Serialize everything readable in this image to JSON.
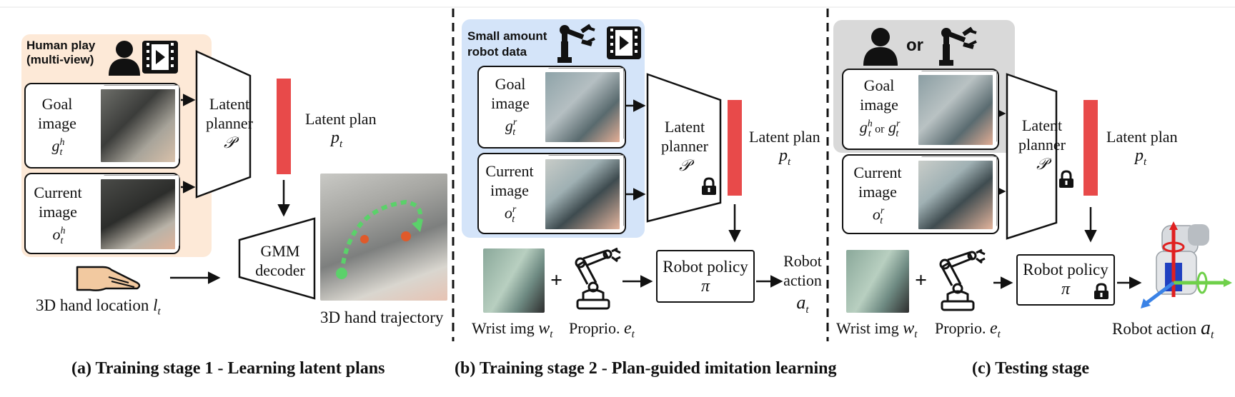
{
  "panel_a": {
    "human_play": "Human play",
    "multi_view": "(multi-view)",
    "goal_image": [
      "Goal",
      "image"
    ],
    "goal_var": "g",
    "goal_sup": "h",
    "goal_sub": "t",
    "current_image": [
      "Current",
      "image"
    ],
    "current_var": "o",
    "current_sup": "h",
    "current_sub": "t",
    "latent_planner": [
      "Latent",
      "planner"
    ],
    "planner_symbol": "𝒫",
    "latent_plan": "Latent plan",
    "plan_var": "p",
    "plan_sub": "t",
    "gmm_decoder": [
      "GMM",
      "decoder"
    ],
    "hand_location": "3D hand location ",
    "hand_var": "l",
    "hand_sub": "t",
    "hand_trajectory": "3D hand trajectory",
    "caption": "(a) Training stage 1 - Learning latent plans"
  },
  "panel_b": {
    "small_amount": "Small amount",
    "robot_data": "robot data",
    "goal_image": [
      "Goal",
      "image"
    ],
    "goal_var": "g",
    "goal_sup": "r",
    "goal_sub": "t",
    "current_image": [
      "Current",
      "image"
    ],
    "current_var": "o",
    "current_sup": "r",
    "current_sub": "t",
    "latent_planner": [
      "Latent",
      "planner"
    ],
    "planner_symbol": "𝒫",
    "latent_plan": "Latent plan",
    "plan_var": "p",
    "plan_sub": "t",
    "robot_policy": "Robot policy",
    "policy_symbol": "π",
    "robot_action": [
      "Robot",
      "action"
    ],
    "action_var": "a",
    "action_sub": "t",
    "wrist_img": "Wrist img ",
    "wrist_var": "w",
    "wrist_sub": "t",
    "proprio": "Proprio. ",
    "proprio_var": "e",
    "proprio_sub": "t",
    "plus": "+",
    "caption": "(b) Training stage 2 - Plan-guided imitation learning"
  },
  "panel_c": {
    "or_label": "or",
    "goal_image": [
      "Goal",
      "image"
    ],
    "goal_var_1": "g",
    "goal_sup_1": "h",
    "goal_or": "or",
    "goal_var_2": "g",
    "goal_sup_2": "r",
    "goal_sub": "t",
    "current_image": [
      "Current",
      "image"
    ],
    "current_var": "o",
    "current_sup": "r",
    "current_sub": "t",
    "latent_planner": [
      "Latent",
      "planner"
    ],
    "planner_symbol": "𝒫",
    "latent_plan": "Latent plan",
    "plan_var": "p",
    "plan_sub": "t",
    "robot_policy": "Robot policy",
    "policy_symbol": "π",
    "wrist_img": "Wrist img ",
    "wrist_var": "w",
    "wrist_sub": "t",
    "proprio": "Proprio. ",
    "proprio_var": "e",
    "proprio_sub": "t",
    "plus": "+",
    "robot_action": "Robot action ",
    "action_var": "a",
    "action_sub": "t",
    "caption": "(c) Testing stage"
  },
  "colors": {
    "human_bg": "#fde9d7",
    "robot_bg": "#d4e4f9",
    "test_bg": "#d9d9d9",
    "plan_bar": "#e84a4a",
    "photo_gray": "#8a8e8f",
    "trajectory_green": "#5bd16a"
  }
}
